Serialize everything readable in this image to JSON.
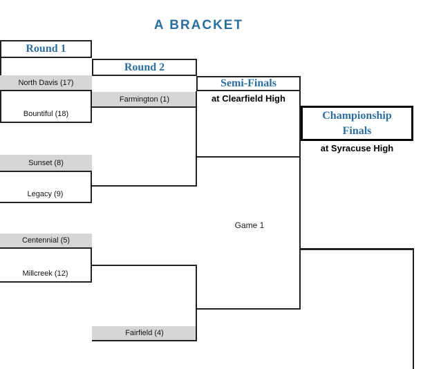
{
  "title": "A BRACKET",
  "headers": {
    "round1": "Round 1",
    "round2": "Round 2",
    "semifinals": "Semi-Finals",
    "semifinals_venue": "at Clearfield High",
    "championship_line1": "Championship",
    "championship_line2": "Finals",
    "championship_venue": "at Syracuse High"
  },
  "teams": {
    "north_davis": "North Davis (17)",
    "bountiful": "Bountiful (18)",
    "farmington": "Farmington (1)",
    "sunset": "Sunset (8)",
    "legacy": "Legacy (9)",
    "centennial": "Centennial (5)",
    "millcreek": "Millcreek (12)",
    "fairfield": "Fairfield (4)"
  },
  "labels": {
    "game1": "Game 1"
  },
  "colors": {
    "heading_blue": "#2c6f9f",
    "line_black": "#1f1f1f",
    "seed_fill_gray": "#d6d6d6"
  }
}
